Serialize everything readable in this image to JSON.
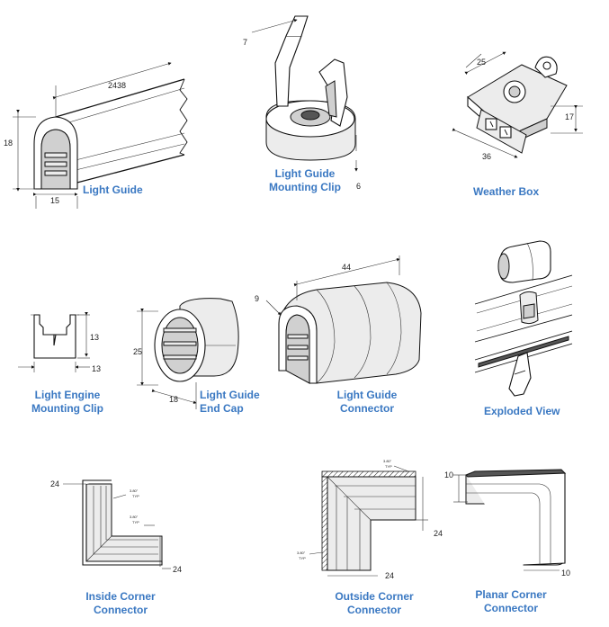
{
  "captions": {
    "light_guide": "Light Guide",
    "mounting_clip_1": "Light Guide",
    "mounting_clip_2": "Mounting Clip",
    "weather_box": "Weather Box",
    "engine_clip_1": "Light Engine",
    "engine_clip_2": "Mounting Clip",
    "end_cap_1": "Light Guide",
    "end_cap_2": "End Cap",
    "connector_1": "Light Guide",
    "connector_2": "Connector",
    "exploded": "Exploded View",
    "inside_corner_1": "Inside Corner",
    "inside_corner_2": "Connector",
    "outside_corner_1": "Outside Corner",
    "outside_corner_2": "Connector",
    "planar_corner_1": "Planar Corner",
    "planar_corner_2": "Connector"
  },
  "dimensions": {
    "guide_length": "2438",
    "guide_height": "18",
    "guide_width": "15",
    "clip_top": "7",
    "clip_bottom": "6",
    "box_depth": "25",
    "box_height": "17",
    "box_width": "36",
    "engine_height": "13",
    "engine_width": "13",
    "cap_height": "25",
    "cap_width": "18",
    "conn_length": "44",
    "conn_lip": "9",
    "inside_top": "24",
    "inside_bottom": "24",
    "inside_typ1": "3.80\"",
    "inside_typ1_sub": "TYP",
    "inside_typ2": "3.80\"",
    "inside_typ2_sub": "TYP",
    "outside_right": "24",
    "outside_bottom": "24",
    "outside_typ1": "3.80\"",
    "outside_typ1_sub": "TYP",
    "outside_typ2": "3.80\"",
    "outside_typ2_sub": "TYP",
    "planar_top": "10",
    "planar_bottom": "10"
  },
  "colors": {
    "caption": "#3a78c2",
    "line": "#111111"
  }
}
